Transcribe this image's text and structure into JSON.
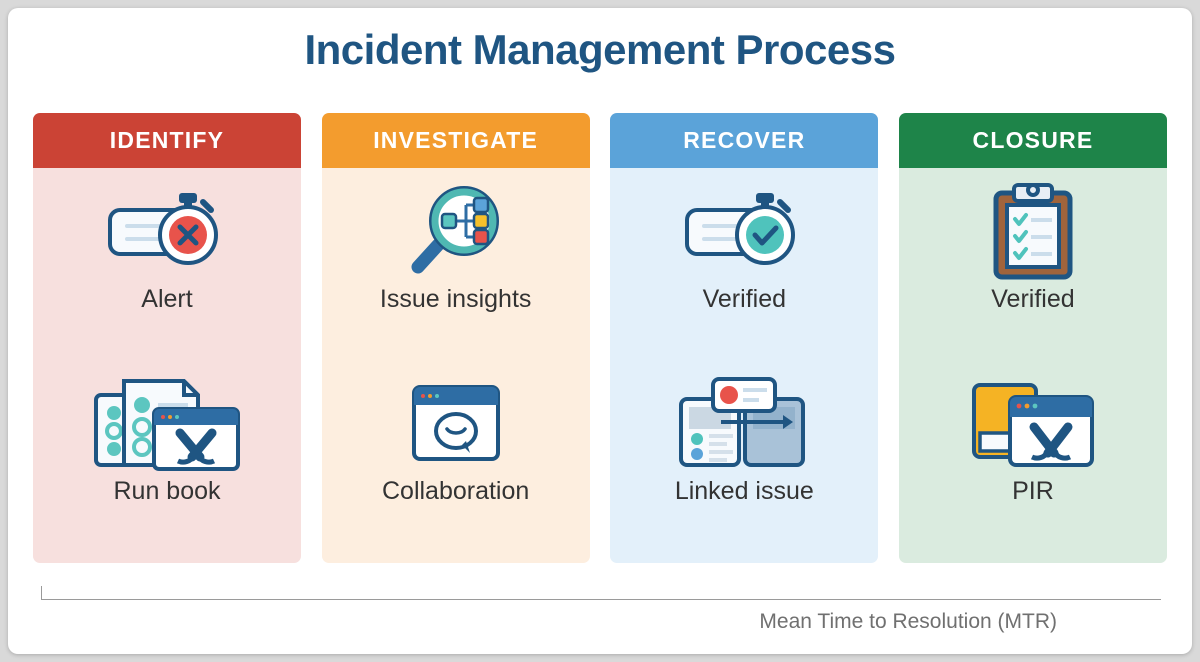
{
  "header": {
    "title": "Incident Management Process",
    "title_color": "#1F5582"
  },
  "columns": [
    {
      "id": "identify",
      "label": "IDENTIFY",
      "header_color": "#CB4335",
      "body_color": "#F7E0DE",
      "items": [
        {
          "label": "Alert",
          "icon": "alert-stopwatch-icon"
        },
        {
          "label": "Run book",
          "icon": "run-book-documents-icon"
        }
      ]
    },
    {
      "id": "investigate",
      "label": "INVESTIGATE",
      "header_color": "#F39C2E",
      "body_color": "#FDEEDF",
      "items": [
        {
          "label": "Issue insights",
          "icon": "magnifier-nodes-icon"
        },
        {
          "label": "Collaboration",
          "icon": "browser-chat-bubble-icon"
        }
      ]
    },
    {
      "id": "recover",
      "label": "RECOVER",
      "header_color": "#5BA3D9",
      "body_color": "#E3F0FA",
      "items": [
        {
          "label": "Verified",
          "icon": "verified-stopwatch-icon"
        },
        {
          "label": "Linked issue",
          "icon": "linked-panels-arrow-icon"
        }
      ]
    },
    {
      "id": "closure",
      "label": "CLOSURE",
      "header_color": "#1E8449",
      "body_color": "#DAEBDF",
      "items": [
        {
          "label": "Verified",
          "icon": "clipboard-checklist-icon"
        },
        {
          "label": "PIR",
          "icon": "book-browser-icon"
        }
      ]
    }
  ],
  "footer": {
    "axis_label": "Mean Time to Resolution (MTR)",
    "axis_color": "#9a9a9a",
    "label_color": "#707070"
  }
}
